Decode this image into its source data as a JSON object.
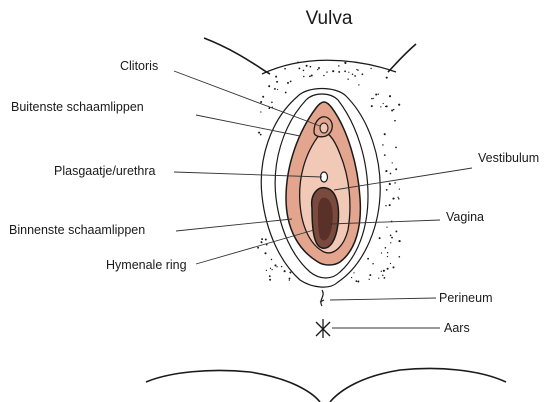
{
  "title": "Vulva",
  "labels": {
    "clitoris": "Clitoris",
    "outer_labia": "Buitenste schaamlippen",
    "urethral_opening": "Plasgaatje/urethra",
    "inner_labia": "Binnenste schaamlippen",
    "hymenal_ring": "Hymenale ring",
    "vestibulum": "Vestibulum",
    "vagina": "Vagina",
    "perineum": "Perineum",
    "anus": "Aars"
  },
  "colors": {
    "line": "#1a1a1a",
    "inner_labia_fill": "#e4a58f",
    "vestibule_fill": "#f2c8b6",
    "vaginal_opening_fill": "#7a4a3e",
    "vaginal_core_fill": "#5a3128"
  }
}
